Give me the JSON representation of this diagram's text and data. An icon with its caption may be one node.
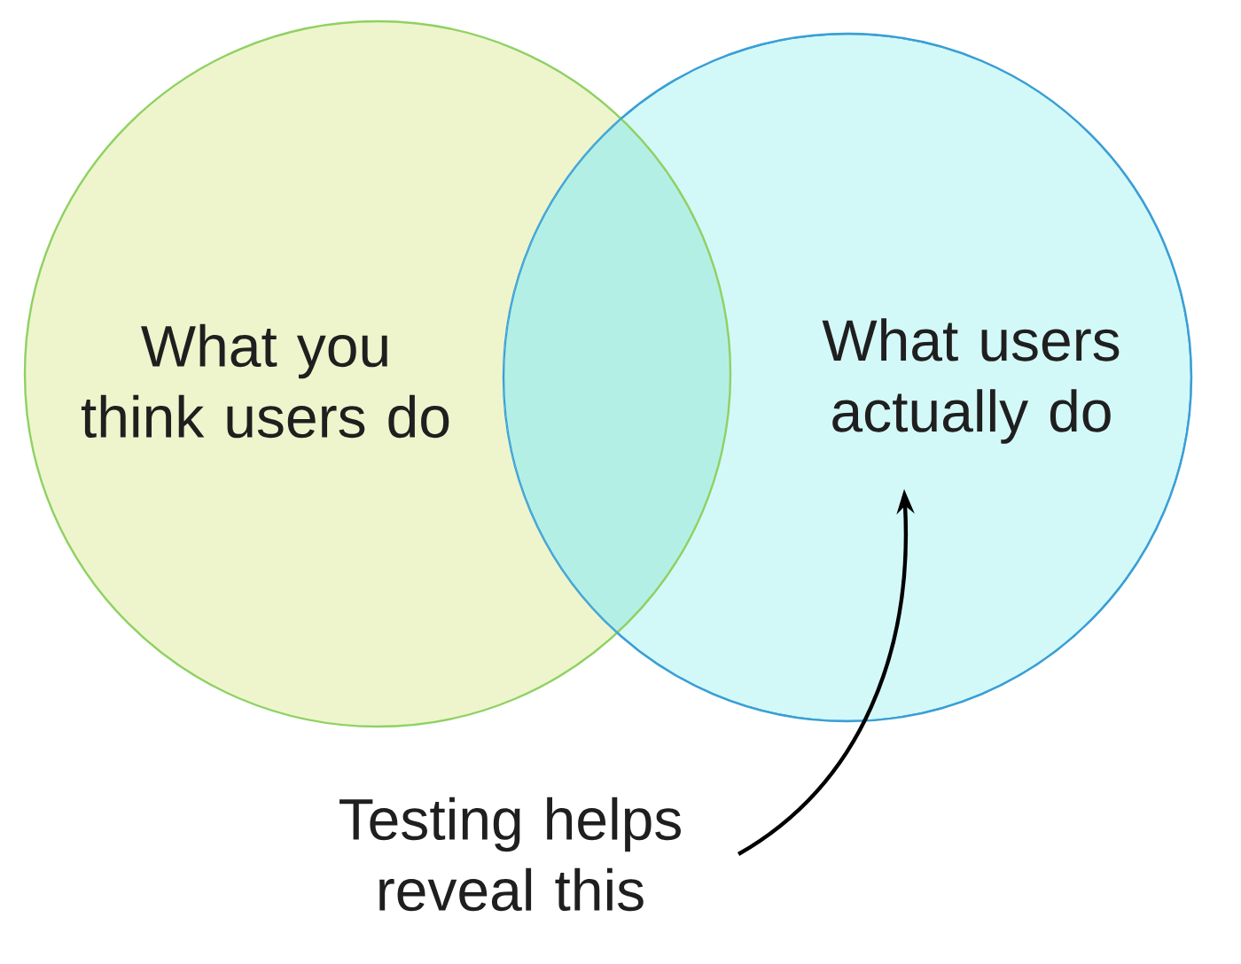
{
  "diagram": {
    "nodes": [
      {
        "text": [
          "What you think users do"
        ]
      },
      {
        "text": [
          "What users actually do"
        ]
      },
      {
        "text": [
          "Testing helps reveal this"
        ]
      }
    ],
    "edges": [
      {
        "from": 2,
        "to": 1,
        "arrow": "to"
      }
    ]
  }
}
